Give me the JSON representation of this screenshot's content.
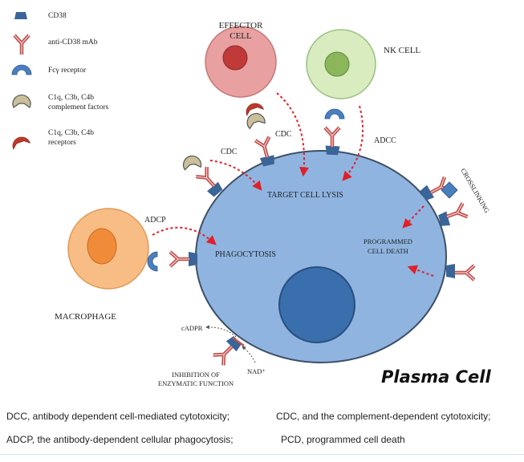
{
  "legend": {
    "cd38": "CD38",
    "mab": "anti-CD38 mAb",
    "fc_receptor": "Fcγ receptor",
    "complement_line1": "C1q, C3b, C4b",
    "complement_line2": "complement factors",
    "receptor_line1": "C1q, C3b, C4b",
    "receptor_line2": "receptors"
  },
  "cells": {
    "effector_line1": "EFFECTOR",
    "effector_line2": "CELL",
    "nk": "NK CELL",
    "macrophage": "MACROPHAGE",
    "plasma": "Plasma Cell"
  },
  "labels": {
    "cdc_top": "CDC",
    "cdc_left": "CDC",
    "adcc": "ADCC",
    "adcp": "ADCP",
    "target_lysis": "TARGET CELL LYSIS",
    "phagocytosis": "PHAGOCYTOSIS",
    "pcd_line1": "PROGRAMMED",
    "pcd_line2": "CELL DEATH",
    "crosslinking": "CROSSLINKING",
    "cadpr": "cADPR",
    "nad": "NAD⁺",
    "inhibition_line1": "INHIBITION OF",
    "inhibition_line2": "ENZYMATIC FUNCTION"
  },
  "footnotes": {
    "dcc": "DCC, antibody dependent cell-mediated cytotoxicity;",
    "cdc": "CDC, and the complement-dependent cytotoxicity;",
    "adcp": "ADCP, the antibody-dependent cellular phagocytosis;",
    "pcd": "PCD, programmed cell death"
  },
  "colors": {
    "plasma_fill": "#8fb4e0",
    "plasma_nucleus": "#3a6fad",
    "cd38": "#3a6598",
    "antibody": "#c0504d",
    "fc_receptor": "#4a7fbf",
    "complement": "#c9bf9a",
    "complement_receptor": "#c0392b",
    "arrow": "#e0202a",
    "effector_fill": "#e8a0a0",
    "nk_fill": "#d8ecc0",
    "macrophage_fill": "#f7bd84"
  }
}
